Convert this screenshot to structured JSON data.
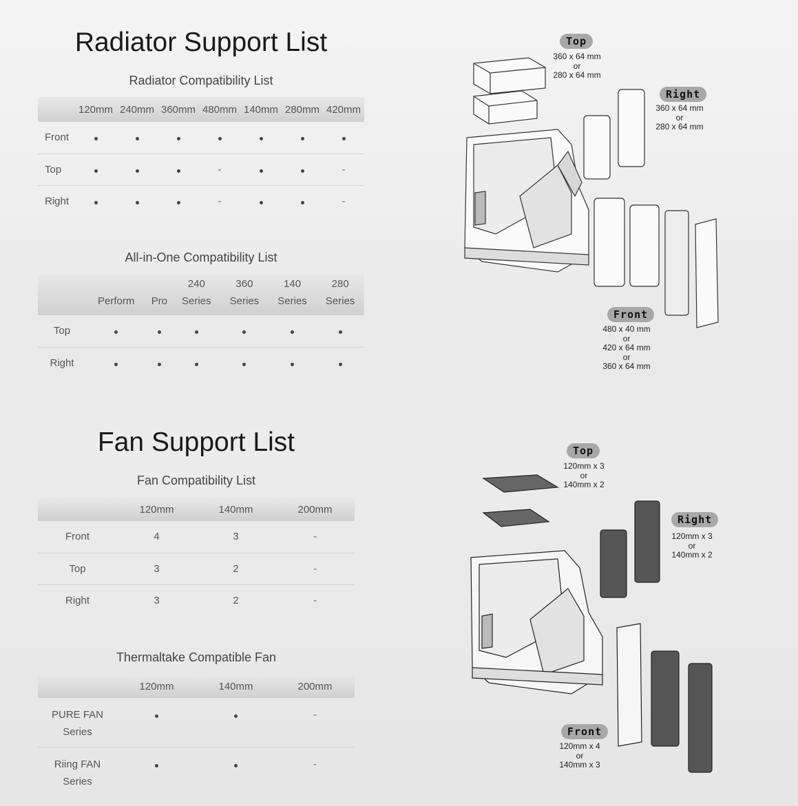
{
  "radiator": {
    "title": "Radiator Support List",
    "compat_caption": "Radiator Compatibility List",
    "compat_columns": [
      "120mm",
      "240mm",
      "360mm",
      "480mm",
      "140mm",
      "280mm",
      "420mm"
    ],
    "compat_rows": [
      {
        "label": "Front",
        "cells": [
          "dot",
          "dot",
          "dot",
          "dot",
          "dot",
          "dot",
          "dot"
        ]
      },
      {
        "label": "Top",
        "cells": [
          "dot",
          "dot",
          "dot",
          "-",
          "dot",
          "dot",
          "-"
        ]
      },
      {
        "label": "Right",
        "cells": [
          "dot",
          "dot",
          "dot",
          "-",
          "dot",
          "dot",
          "-"
        ]
      }
    ],
    "aio_caption": "All-in-One Compatibility List",
    "aio_columns": [
      {
        "line1": "",
        "line2": "Perform"
      },
      {
        "line1": "",
        "line2": "Pro"
      },
      {
        "line1": "240",
        "line2": "Series"
      },
      {
        "line1": "360",
        "line2": "Series"
      },
      {
        "line1": "140",
        "line2": "Series"
      },
      {
        "line1": "280",
        "line2": "Series"
      }
    ],
    "aio_rows": [
      {
        "label": "Top",
        "cells": [
          "dot",
          "dot",
          "dot",
          "dot",
          "dot",
          "dot"
        ]
      },
      {
        "label": "Right",
        "cells": [
          "dot",
          "dot",
          "dot",
          "dot",
          "dot",
          "dot"
        ]
      }
    ],
    "diagram": {
      "top": {
        "tag": "Top",
        "text": "360 x 64 mm\nor\n280 x 64 mm"
      },
      "right": {
        "tag": "Right",
        "text": "360 x 64 mm\nor\n280 x 64 mm"
      },
      "front": {
        "tag": "Front",
        "text": "480 x 40 mm\nor\n420 x 64 mm\nor\n360 x 64 mm"
      }
    }
  },
  "fan": {
    "title": "Fan Support List",
    "compat_caption": "Fan Compatibility List",
    "compat_columns": [
      "120mm",
      "140mm",
      "200mm"
    ],
    "compat_rows": [
      {
        "label": "Front",
        "cells": [
          "4",
          "3",
          "-"
        ]
      },
      {
        "label": "Top",
        "cells": [
          "3",
          "2",
          "-"
        ]
      },
      {
        "label": "Right",
        "cells": [
          "3",
          "2",
          "-"
        ]
      }
    ],
    "tt_caption": "Thermaltake Compatible Fan",
    "tt_columns": [
      "120mm",
      "140mm",
      "200mm"
    ],
    "tt_rows": [
      {
        "label": "PURE FAN\nSeries",
        "cells": [
          "dot",
          "dot",
          "-"
        ]
      },
      {
        "label": "Riing FAN\nSeries",
        "cells": [
          "dot",
          "dot",
          "-"
        ]
      }
    ],
    "diagram": {
      "top": {
        "tag": "Top",
        "text": "120mm x 3\nor\n140mm x 2"
      },
      "right": {
        "tag": "Right",
        "text": "120mm x 3\nor\n140mm x 2"
      },
      "front": {
        "tag": "Front",
        "text": "120mm x 4\nor\n140mm x 3"
      }
    }
  }
}
